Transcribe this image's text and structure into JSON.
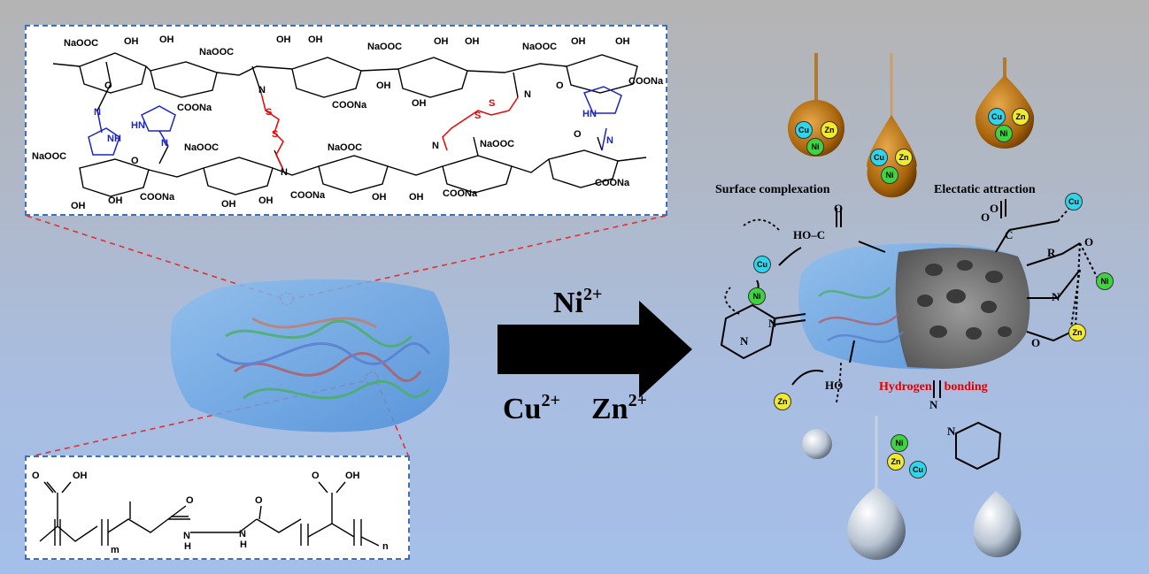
{
  "top_structure": {
    "groups": {
      "naooc": "NaOOC",
      "coona": "COONa",
      "oh": "OH",
      "o": "O",
      "n": "N",
      "s": "S",
      "nh": "NH",
      "hn": "HN"
    }
  },
  "bottom_structure": {
    "oh": "OH",
    "o": "O",
    "n": "N",
    "h": "H",
    "m": "m",
    "n_sub": "n"
  },
  "ions": {
    "ni": "Ni",
    "ni_charge": "2+",
    "cu": "Cu",
    "cu_charge": "2+",
    "zn": "Zn",
    "zn_charge": "2+"
  },
  "mechanisms": {
    "surface_complexation": "Surface complexation",
    "electrostatic_attraction": "Electatic attraction",
    "hydrogen": "Hydrogen",
    "bonding": "bonding"
  },
  "mechanism_labels": {
    "ho_c": "HO–C",
    "o": "O",
    "o_minus": "O",
    "c": "C",
    "r": "R",
    "n": "N",
    "ho": "HO"
  },
  "metals": {
    "cu": "Cu",
    "ni": "Ni",
    "zn": "Zn"
  },
  "colors": {
    "cu": "#2ed6ec",
    "ni": "#3fd43f",
    "zn": "#f0ea2a",
    "disulfide": "#e00000",
    "pyrrole": "#1a24c8",
    "hydrogen_bonding": "#e00000",
    "box_border": "#3c6fbf"
  }
}
